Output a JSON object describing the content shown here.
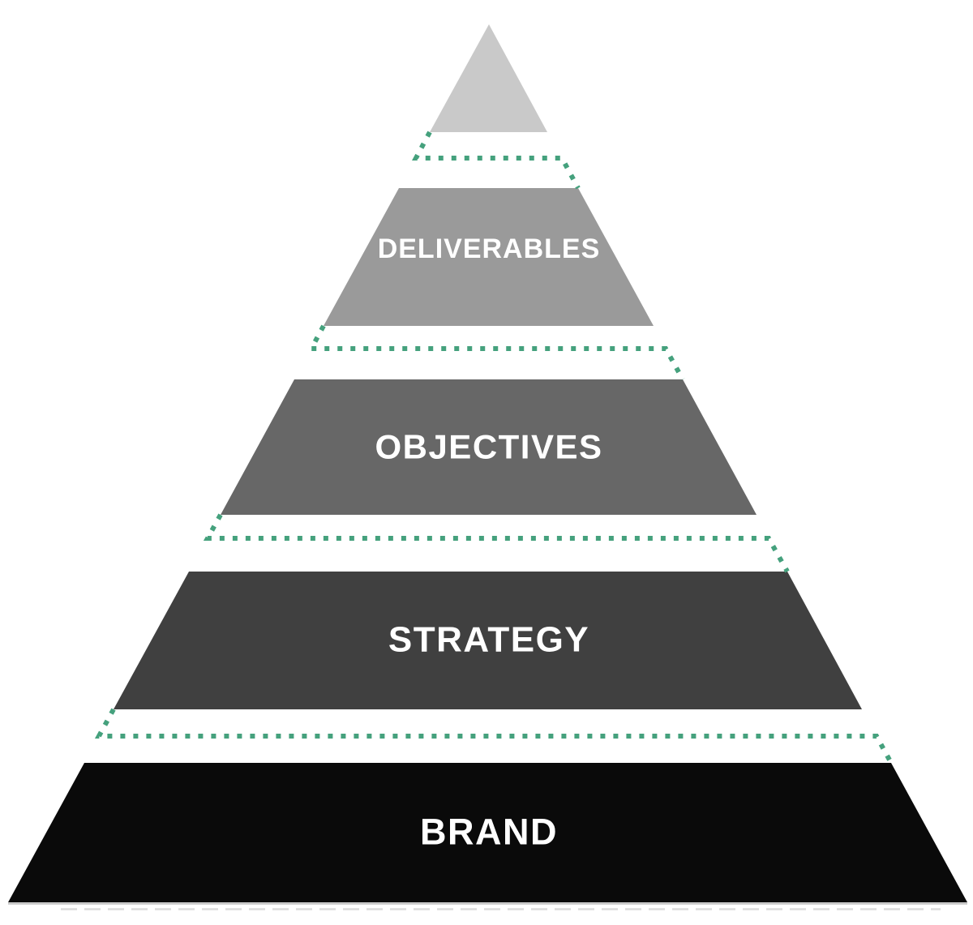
{
  "diagram": {
    "type": "pyramid",
    "levels": [
      {
        "id": "apex",
        "label": "",
        "color": "#c9c9c9"
      },
      {
        "id": "deliverables",
        "label": "DELIVERABLES",
        "color": "#9a9a9a"
      },
      {
        "id": "objectives",
        "label": "OBJECTIVES",
        "color": "#676767"
      },
      {
        "id": "strategy",
        "label": "STRATEGY",
        "color": "#404040"
      },
      {
        "id": "brand",
        "label": "BRAND",
        "color": "#0a0a0a"
      }
    ],
    "divider_color": "#45a17d",
    "label_color": "#ffffff",
    "background_color": "#ffffff",
    "base_shadow_color": "#c4c4c4",
    "base_remnant_dash_color": "#dcdcdc"
  }
}
